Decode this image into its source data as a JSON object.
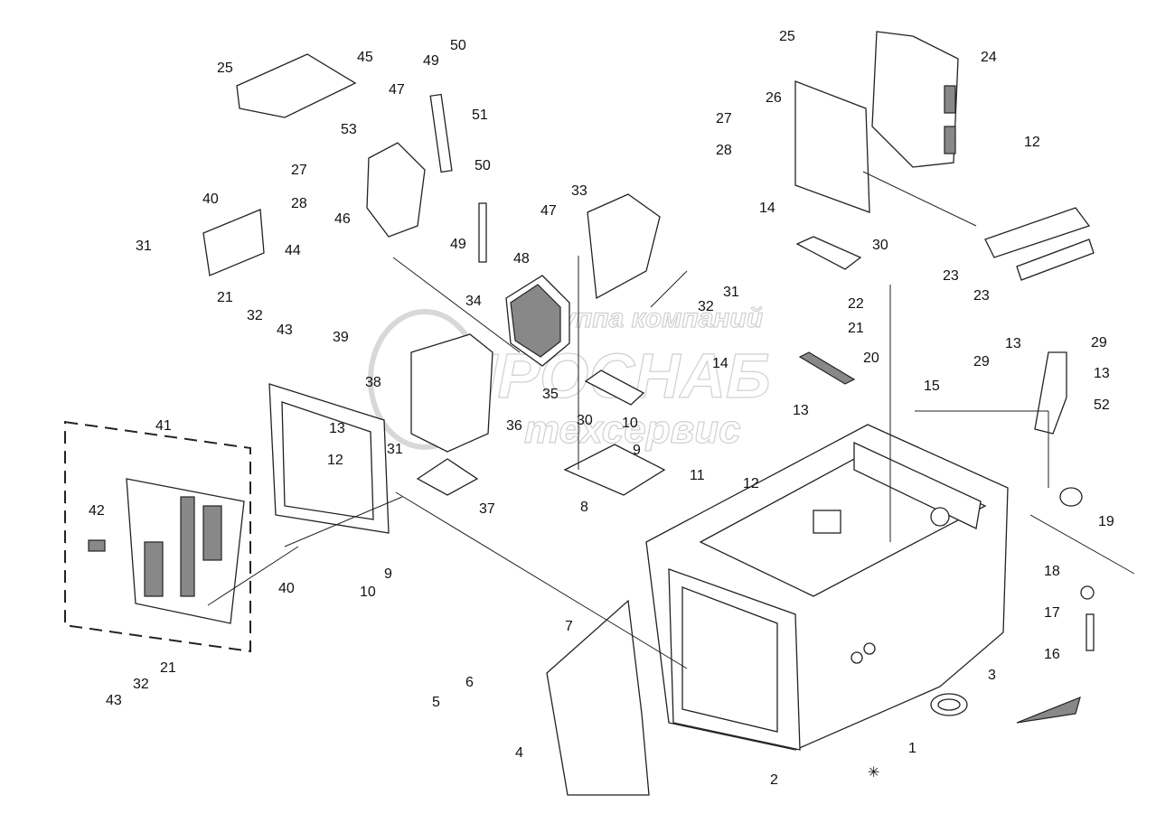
{
  "watermark": {
    "line1": "Группа компаний",
    "line2": "ПРОСНАБ",
    "line3": "техсервис"
  },
  "callouts": [
    "1",
    "2",
    "3",
    "4",
    "5",
    "6",
    "7",
    "8",
    "9",
    "9",
    "10",
    "10",
    "11",
    "12",
    "12",
    "12",
    "13",
    "13",
    "13",
    "13",
    "14",
    "14",
    "15",
    "16",
    "17",
    "18",
    "19",
    "20",
    "21",
    "21",
    "21",
    "22",
    "23",
    "23",
    "24",
    "25",
    "25",
    "26",
    "27",
    "27",
    "28",
    "28",
    "29",
    "29",
    "30",
    "30",
    "31",
    "31",
    "31",
    "32",
    "32",
    "32",
    "33",
    "34",
    "35",
    "36",
    "37",
    "38",
    "39",
    "40",
    "40",
    "41",
    "42",
    "43",
    "43",
    "44",
    "45",
    "46",
    "47",
    "47",
    "48",
    "49",
    "49",
    "50",
    "50",
    "51",
    "52",
    "53"
  ]
}
